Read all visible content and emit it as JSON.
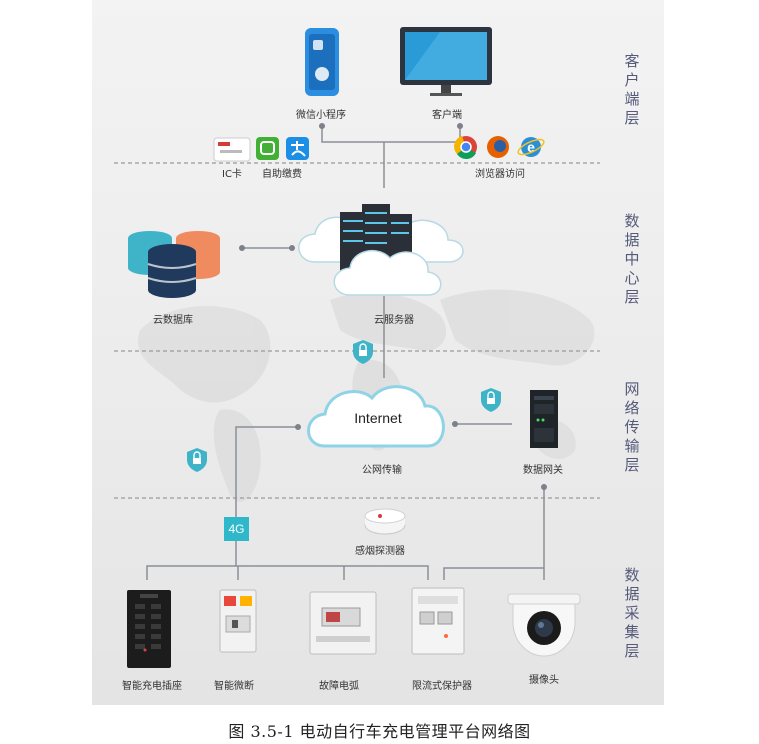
{
  "nodes": {
    "wechat": "微信小程序",
    "client": "客户端",
    "ic": "IC卡",
    "self_pay": "自助缴费",
    "browser": "浏览器访问",
    "cloud_db": "云数据库",
    "cloud_server": "云服务器",
    "internet": "Internet",
    "public_net": "公网传输",
    "gateway": "数据网关",
    "fourg": "4G",
    "smoke": "感烟探测器",
    "socket": "智能充电插座",
    "breaker": "智能微断",
    "arc": "故障电弧",
    "limiter": "限流式保护器",
    "camera": "摄像头"
  },
  "layers": {
    "client": "客户端层",
    "data_center": "数据中心层",
    "network": "网络传输层",
    "collection": "数据采集层"
  },
  "caption": "图 3.5-1  电动自行车充电管理平台网络图",
  "colors": {
    "teal": "#2fb8c9",
    "db_orange": "#ef8b5e",
    "db_navy": "#1f3a5c",
    "db_teal": "#3fb4c8"
  }
}
